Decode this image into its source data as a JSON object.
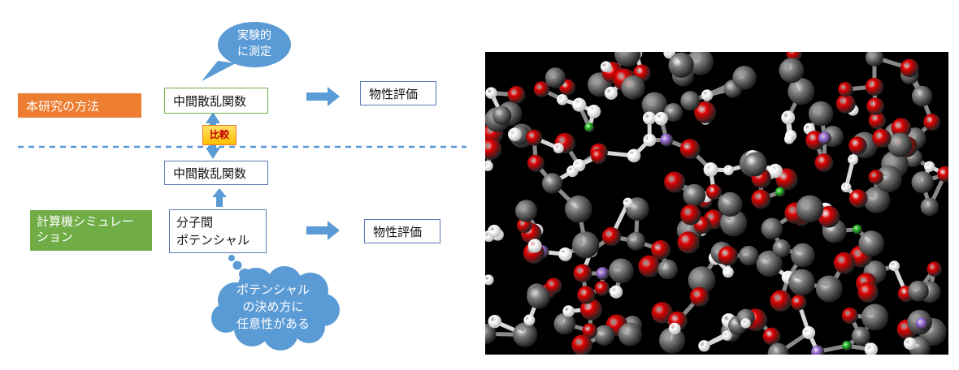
{
  "labels": {
    "our_method": "本研究の方法",
    "simulation": "計算機シミュレーション",
    "simulation_line1": "計算機シミュレー",
    "simulation_line2": "ション"
  },
  "upper": {
    "bubble_line1": "実験的",
    "bubble_line2": "に測定",
    "function_box": "中間散乱関数",
    "result_box": "物性評価"
  },
  "compare_badge": "比較",
  "lower": {
    "function_box": "中間散乱関数",
    "potential_line1": "分子間",
    "potential_line2": "ポテンシャル",
    "result_box": "物性評価",
    "cloud_line1": "ポテンシャル",
    "cloud_line2": "の決め方に",
    "cloud_line3": "任意性がある"
  },
  "colors": {
    "orange": "#ed7d31",
    "green": "#70ad47",
    "blue": "#5b9bd5",
    "box_border": "#5b79b6",
    "atom_oxygen": "#e00000",
    "atom_carbon": "#808080",
    "atom_hydrogen": "#ffffff",
    "atom_other": "#a070e0",
    "atom_green": "#22cc22"
  },
  "icons": {
    "molecule_image": "molecular-structure-render"
  }
}
